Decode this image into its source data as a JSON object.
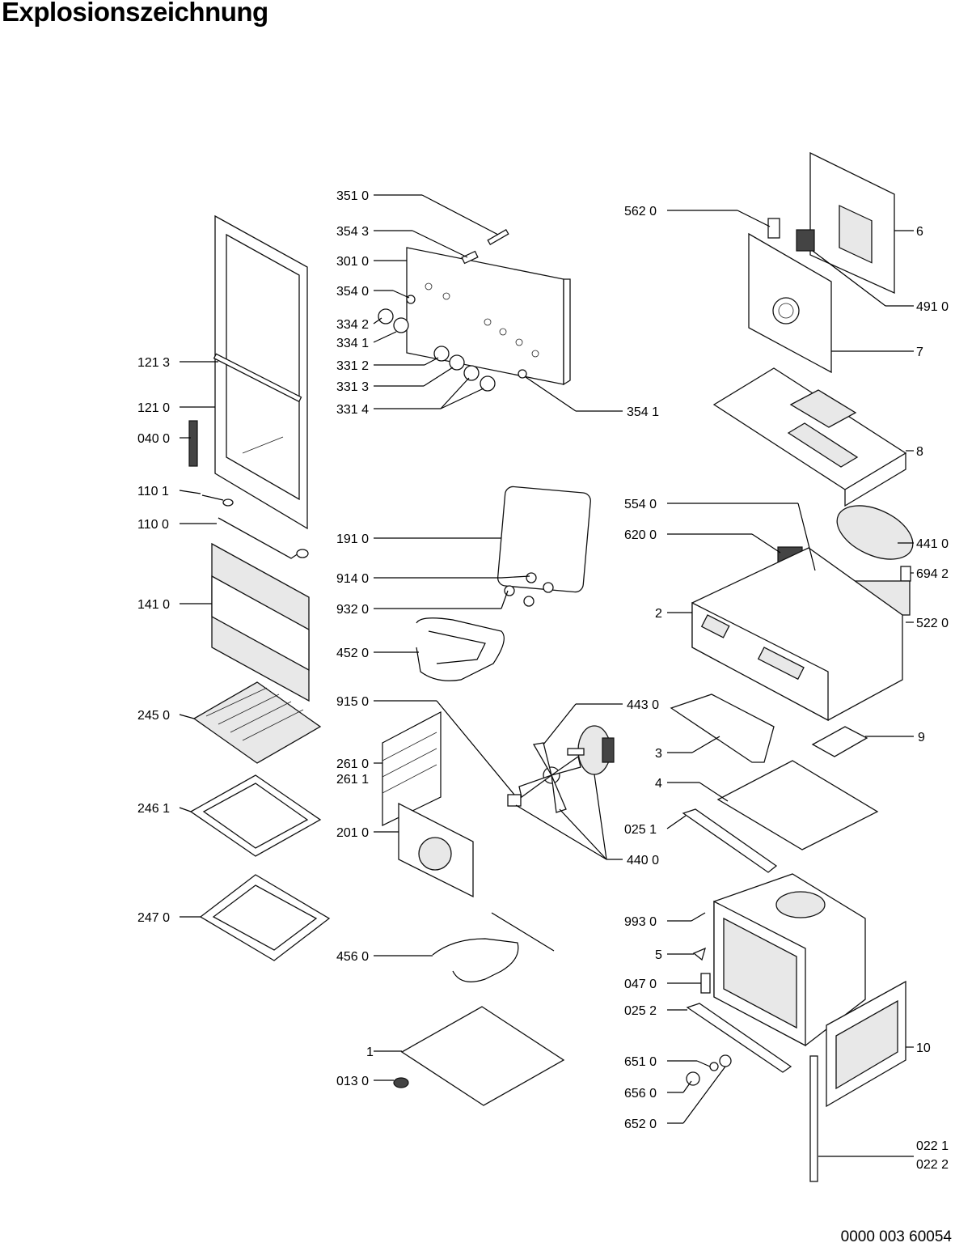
{
  "title": "Explosionszeichnung",
  "document_number": "0000 003 60054",
  "part_labels": [
    "351 0",
    "354 3",
    "301 0",
    "354 0",
    "334 2",
    "334 1",
    "331 2",
    "331 3",
    "331 4",
    "354 1",
    "562 0",
    "6",
    "491 0",
    "7",
    "8",
    "121 3",
    "121 0",
    "040 0",
    "110 1",
    "110 0",
    "141 0",
    "191 0",
    "914 0",
    "932 0",
    "452 0",
    "554 0",
    "620 0",
    "441 0",
    "694 2",
    "2",
    "522 0",
    "245 0",
    "915 0",
    "443 0",
    "3",
    "9",
    "261 0",
    "261 1",
    "4",
    "025 1",
    "440 0",
    "246 1",
    "201 0",
    "247 0",
    "993 0",
    "5",
    "047 0",
    "025 2",
    "456 0",
    "1",
    "10",
    "013 0",
    "651 0",
    "656 0",
    "652 0",
    "022 1",
    "022 2"
  ]
}
